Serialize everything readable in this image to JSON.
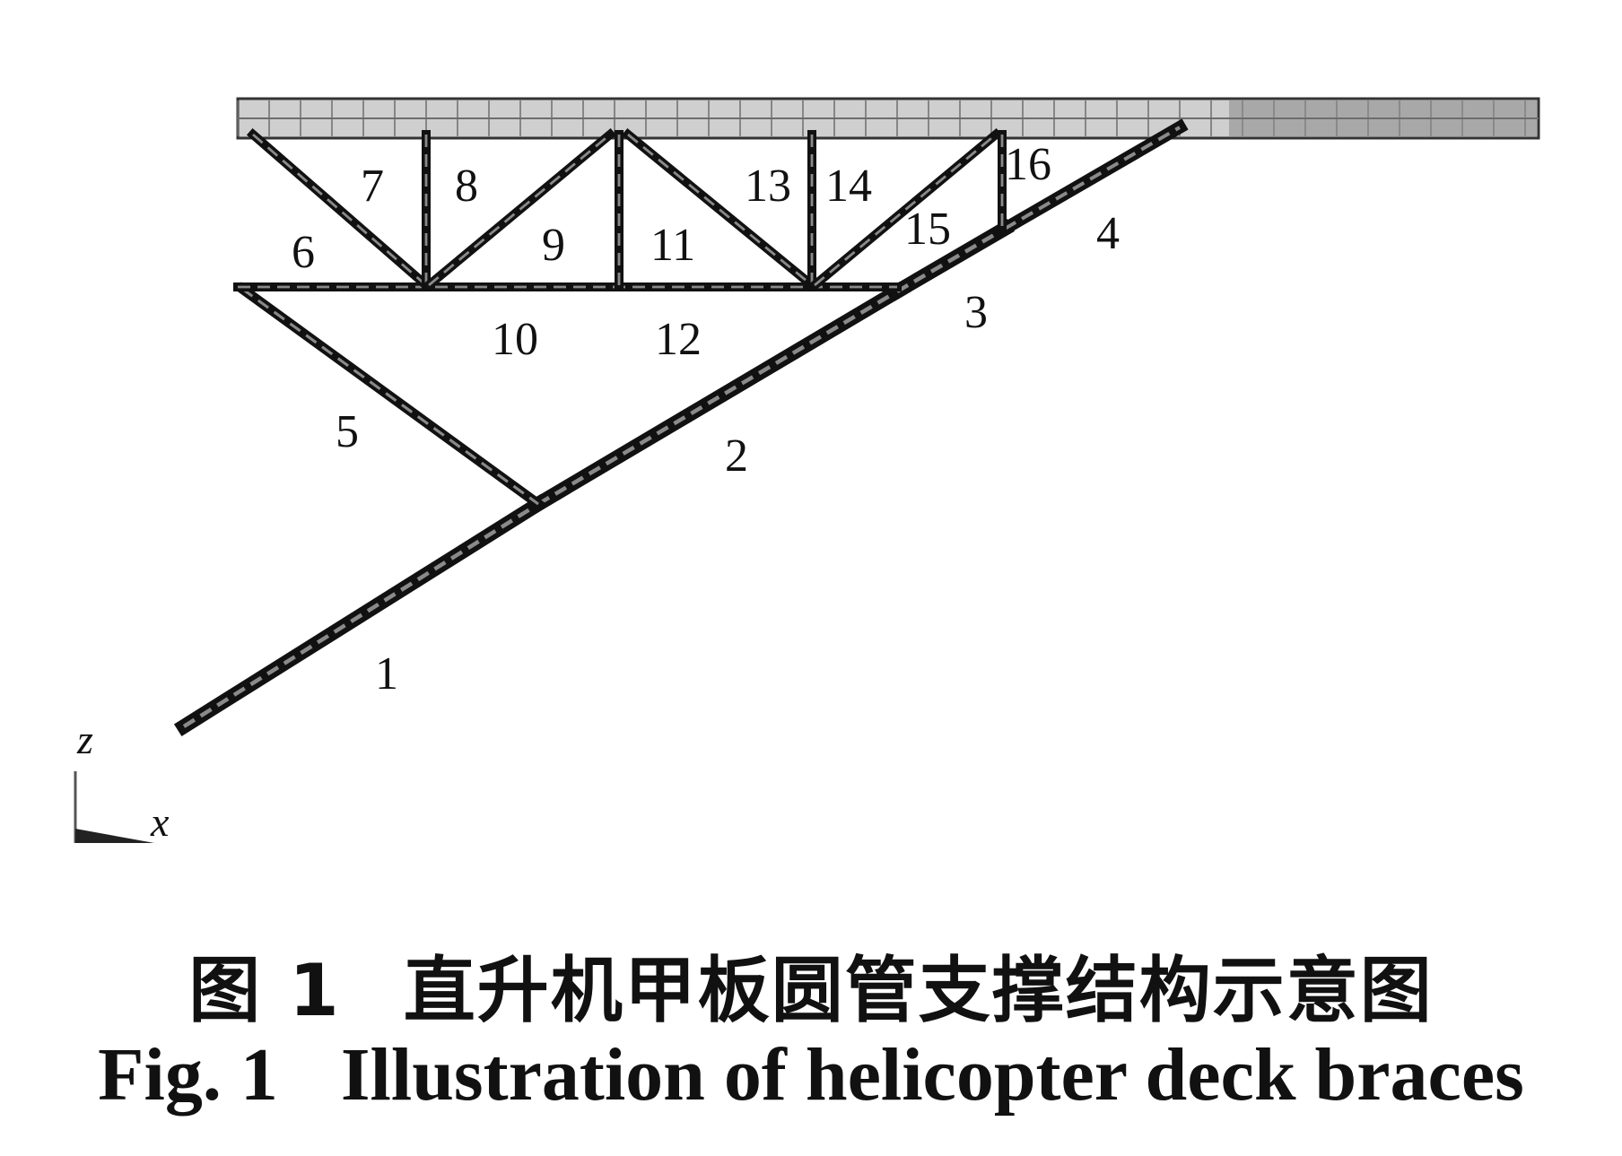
{
  "figure": {
    "member_labels": [
      "1",
      "2",
      "3",
      "4",
      "5",
      "6",
      "7",
      "8",
      "9",
      "10",
      "11",
      "12",
      "13",
      "14",
      "15",
      "16"
    ],
    "axis": {
      "vertical": "z",
      "horizontal": "x"
    },
    "colors": {
      "member": "#2b2b2b",
      "member_edge": "#111111",
      "deck_fill": "#cfcfcf",
      "deck_grid": "#6d6d6d",
      "deck_dark": "#a8a8a8"
    }
  },
  "caption": {
    "cn_prefix": "图 1",
    "cn_text": "直升机甲板圆管支撑结构示意图",
    "en_prefix": "Fig. 1",
    "en_text": "Illustration of helicopter deck braces"
  }
}
